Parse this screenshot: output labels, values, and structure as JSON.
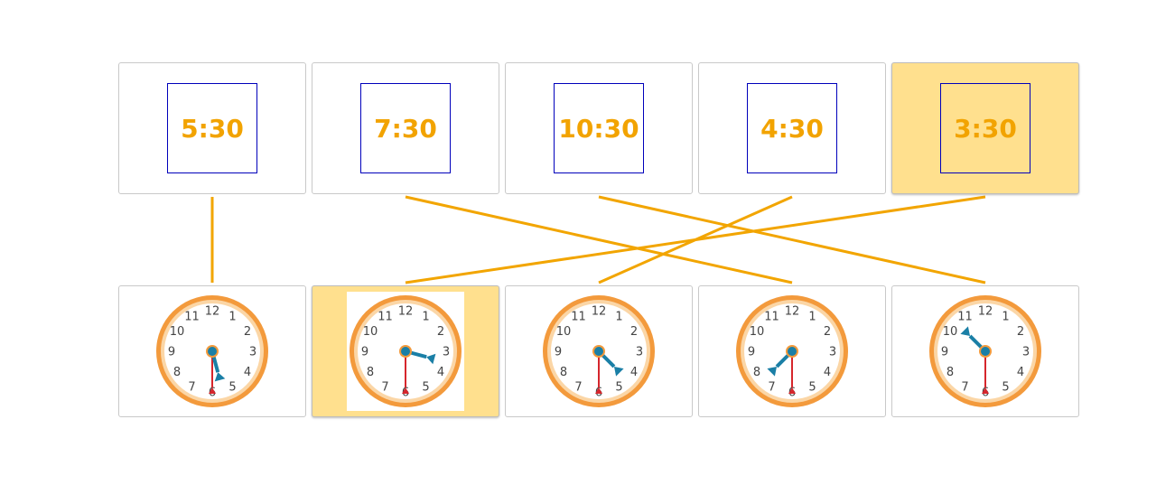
{
  "colors": {
    "accent": "#f2a300",
    "selected_bg": "#ffe08e",
    "line": "#f2a500",
    "box_border": "#0000bb",
    "clock_ring": "#f39a3c",
    "hour_hand": "#1a7fa6",
    "minute_hand": "#d6262c"
  },
  "times": [
    {
      "label": "5:30",
      "selected": false
    },
    {
      "label": "7:30",
      "selected": false
    },
    {
      "label": "10:30",
      "selected": false
    },
    {
      "label": "4:30",
      "selected": false
    },
    {
      "label": "3:30",
      "selected": true
    }
  ],
  "clocks": [
    {
      "hour_hand": 5.5,
      "minute_hand": 30,
      "selected": false
    },
    {
      "hour_hand": 3.5,
      "minute_hand": 30,
      "selected": true
    },
    {
      "hour_hand": 4.5,
      "minute_hand": 30,
      "selected": false
    },
    {
      "hour_hand": 7.5,
      "minute_hand": 30,
      "selected": false
    },
    {
      "hour_hand": 10.5,
      "minute_hand": 30,
      "selected": false
    }
  ],
  "clock_numbers": [
    "12",
    "1",
    "2",
    "3",
    "4",
    "5",
    "6",
    "7",
    "8",
    "9",
    "10",
    "11"
  ],
  "connections": [
    {
      "time": 0,
      "clock": 0
    },
    {
      "time": 1,
      "clock": 3
    },
    {
      "time": 2,
      "clock": 4
    },
    {
      "time": 3,
      "clock": 2
    },
    {
      "time": 4,
      "clock": 1
    }
  ]
}
